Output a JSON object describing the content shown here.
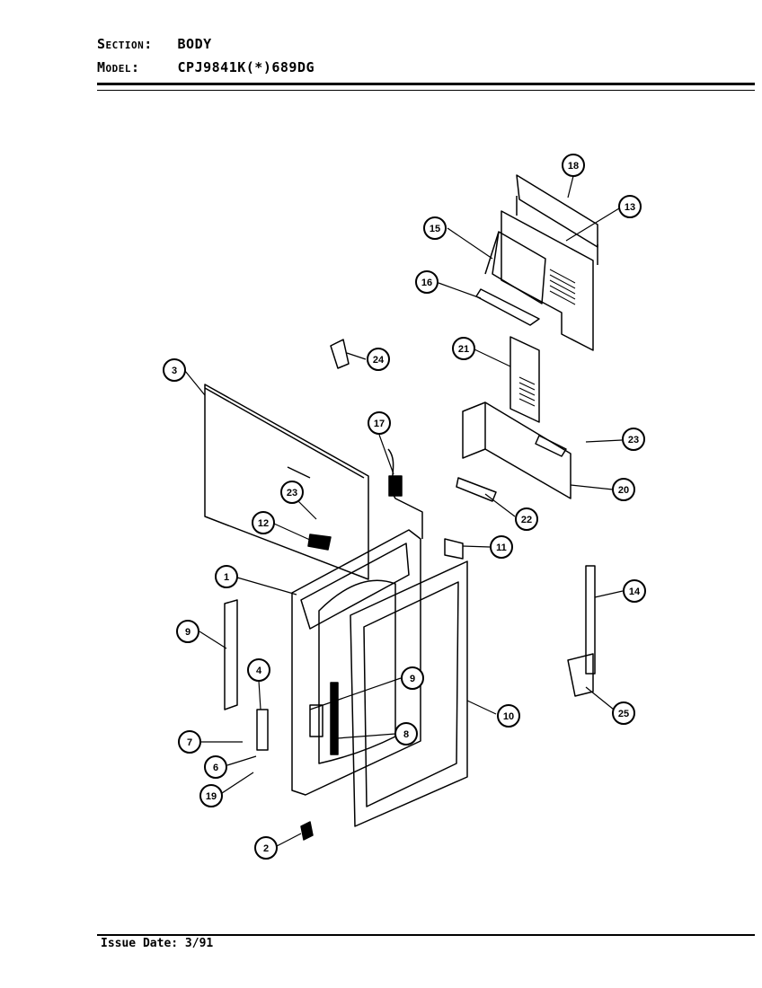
{
  "header": {
    "section_label": "Section:",
    "section_value": "BODY",
    "model_label": "Model:",
    "model_value": "CPJ9841K(*)689DG"
  },
  "footer": {
    "issue_label": "Issue Date:",
    "issue_value": "3/91"
  },
  "callouts": {
    "c1": "1",
    "c2": "2",
    "c3": "3",
    "c4": "4",
    "c6": "6",
    "c7": "7",
    "c8": "8",
    "c9": "9",
    "c9b": "9",
    "c10": "10",
    "c11": "11",
    "c12": "12",
    "c13": "13",
    "c14": "14",
    "c15": "15",
    "c16": "16",
    "c17": "17",
    "c18": "18",
    "c19": "19",
    "c20": "20",
    "c21": "21",
    "c22": "22",
    "c23a": "23",
    "c23b": "23",
    "c24": "24",
    "c25": "25"
  }
}
